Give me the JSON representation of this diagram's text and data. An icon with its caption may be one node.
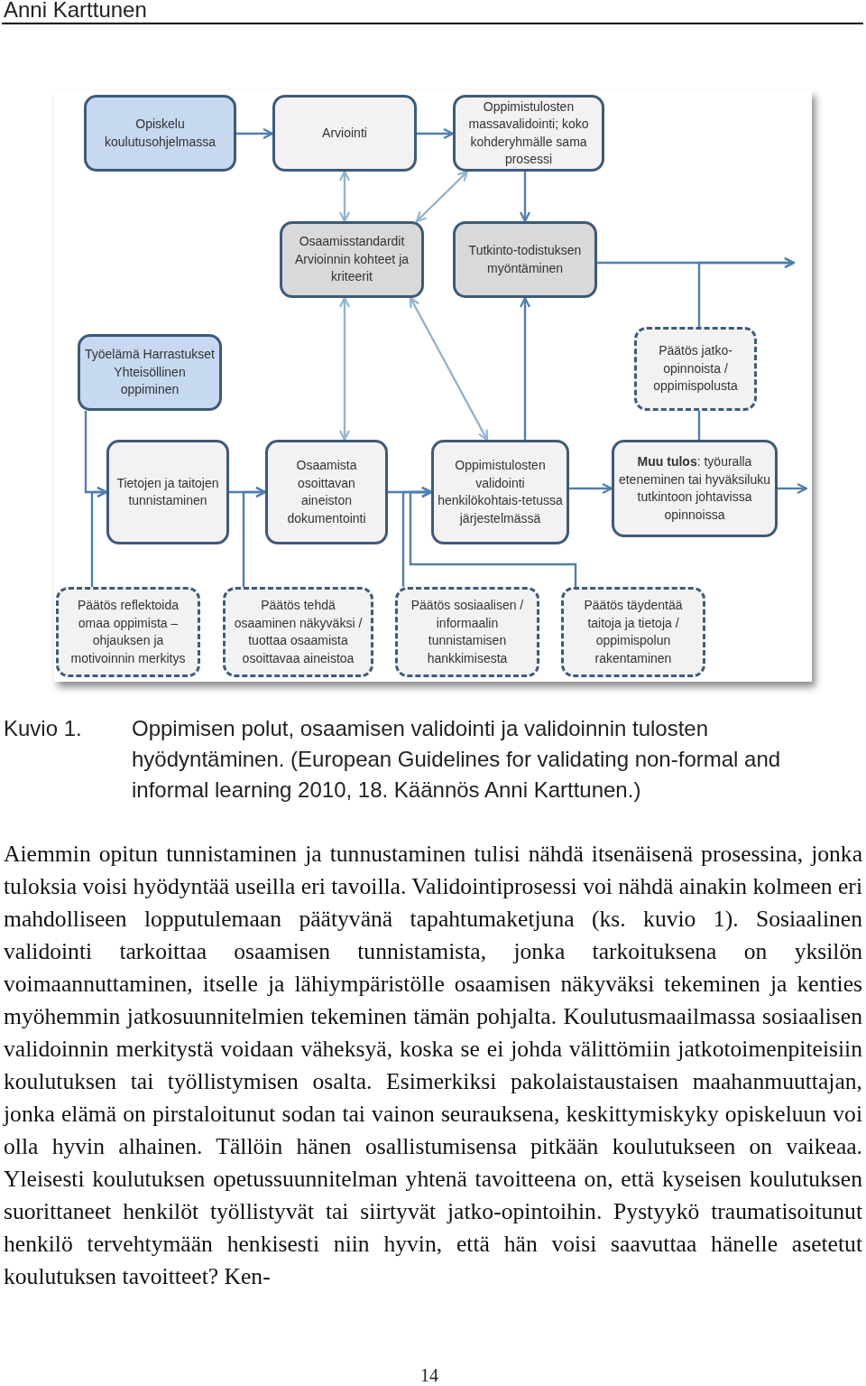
{
  "diagram": {
    "caption": "Oppimisen polut, osaamisen validointi ja validoinnin tulosten hyödyntäminen. (European Guidelines for validating non-formal and informal learning 2010, 18. Käännös Anni Karttunen.)",
    "nodes": [
      {
        "text": [
          "Opiskelu koulutusohjelmassa"
        ]
      },
      {
        "text": [
          "Arviointi"
        ]
      },
      {
        "text": [
          "Oppimistulosten massavalidointi; koko kohderyhmälle sama prosessi"
        ]
      },
      {
        "text": [
          "Osaamisstandardit Arvioinnin kohteet ja kriteerit"
        ]
      },
      {
        "text": [
          "Tutkinto-todistuksen myöntäminen"
        ]
      },
      {
        "text": [
          "Päätös jatko-opinnoista / oppimispolusta"
        ]
      },
      {
        "text": [
          "Työelämä Harrastukset Yhteisöllinen oppiminen"
        ]
      },
      {
        "text": [
          "Tietojen ja taitojen tunnistaminen"
        ]
      },
      {
        "text": [
          "Osaamista osoittavan aineiston dokumentointi"
        ]
      },
      {
        "text": [
          "Oppimistulosten validointi henkilökohtais-tetussa järjestelmässä"
        ]
      },
      {
        "text": [
          "**Muu tulos**: työuralla eteneminen tai hyväksiluku tutkintoon johtavissa opinnoissa"
        ]
      },
      {
        "text": [
          "Päätös reflektoida omaa oppimista – ohjauksen ja motivoinnin merkitys"
        ]
      },
      {
        "text": [
          "Päätös tehdä osaaminen näkyväksi / tuottaa osaamista osoittavaa aineistoa"
        ]
      },
      {
        "text": [
          "Päätös sosiaalisen / informaalin tunnistamisen hankkimisesta"
        ]
      },
      {
        "text": [
          "Päätös täydentää taitoja ja tietoja / oppimispolun rakentaminen"
        ]
      }
    ],
    "edges": [
      {
        "from": 0,
        "to": 1,
        "arrow": "to"
      },
      {
        "from": 1,
        "to": 2,
        "arrow": "to"
      },
      {
        "from": 1,
        "to": 3,
        "arrow": "both",
        "color": "#93b3cf"
      },
      {
        "from": 3,
        "to": 2,
        "arrow": "both",
        "color": "#93b3cf"
      },
      {
        "from": 2,
        "to": 4,
        "arrow": "to"
      },
      {
        "from": 4,
        "to": null,
        "arrow": "to"
      },
      {
        "from": 5,
        "to": null,
        "arrow": "to"
      },
      {
        "from": 5,
        "to": 10,
        "arrow": "none"
      },
      {
        "from": 8,
        "to": 3,
        "arrow": "both",
        "color": "#93b3cf"
      },
      {
        "from": 3,
        "to": 9,
        "arrow": "both",
        "color": "#93b3cf"
      },
      {
        "from": 9,
        "to": 4,
        "arrow": "to"
      },
      {
        "from": 6,
        "to": 7,
        "arrow": "to"
      },
      {
        "from": 11,
        "to": 7,
        "arrow": "to"
      },
      {
        "from": 7,
        "to": 8,
        "arrow": "to"
      },
      {
        "from": 12,
        "to": 8,
        "arrow": "to"
      },
      {
        "from": 8,
        "to": 9,
        "arrow": "to"
      },
      {
        "from": 13,
        "to": 9,
        "arrow": "to"
      },
      {
        "from": 14,
        "to": 9,
        "arrow": "to"
      },
      {
        "from": 9,
        "to": 10,
        "arrow": "to"
      },
      {
        "from": 10,
        "to": null,
        "arrow": "to"
      }
    ],
    "labels": [
      "Anni Karttunen",
      "Kuvio 1.",
      "Aiemmin opitun tunnistaminen ja tunnustaminen tulisi nähdä itsenäisenä prosessina, jonka tuloksia voisi hyödyntää useilla eri tavoilla. Validointiprosessi voi nähdä ainakin kolmeen eri mahdolliseen lopputulemaan päätyvänä tapahtumaketjuna (ks. kuvio 1). Sosiaalinen validointi tarkoittaa osaamisen tunnistamista, jonka tarkoituksena on yksilön voimaannuttaminen, itselle ja lähiympäristölle osaamisen näkyväksi tekeminen ja kenties myöhemmin jatkosuunnitelmien tekeminen tämän pohjalta. Koulutusmaailmassa sosiaalisen validoinnin merkitystä voidaan väheksyä, koska se ei johda välittömiin jatkotoimenpiteisiin koulutuksen tai työllistymisen osalta. Esimerkiksi pakolaistaustaisen maahanmuuttajan, jonka elämä on pirstaloitunut sodan tai vainon seurauksena, keskittymiskyky opiskeluun voi olla hyvin alhainen. Tällöin hänen osallistumisensa pitkään koulutukseen on vaikeaa. Yleisesti koulutuksen opetussuunnitelman yhtenä tavoitteena on, että kyseisen koulutuksen suorittaneet henkilöt työllistyvät tai siirtyvät jatko-opintoihin. Pystyykö traumatisoitunut henkilö tervehtymään henkisesti niin hyvin, että hän voisi saavuttaa hänelle asetetut koulutuksen tavoitteet? Ken-",
      "14"
    ]
  }
}
